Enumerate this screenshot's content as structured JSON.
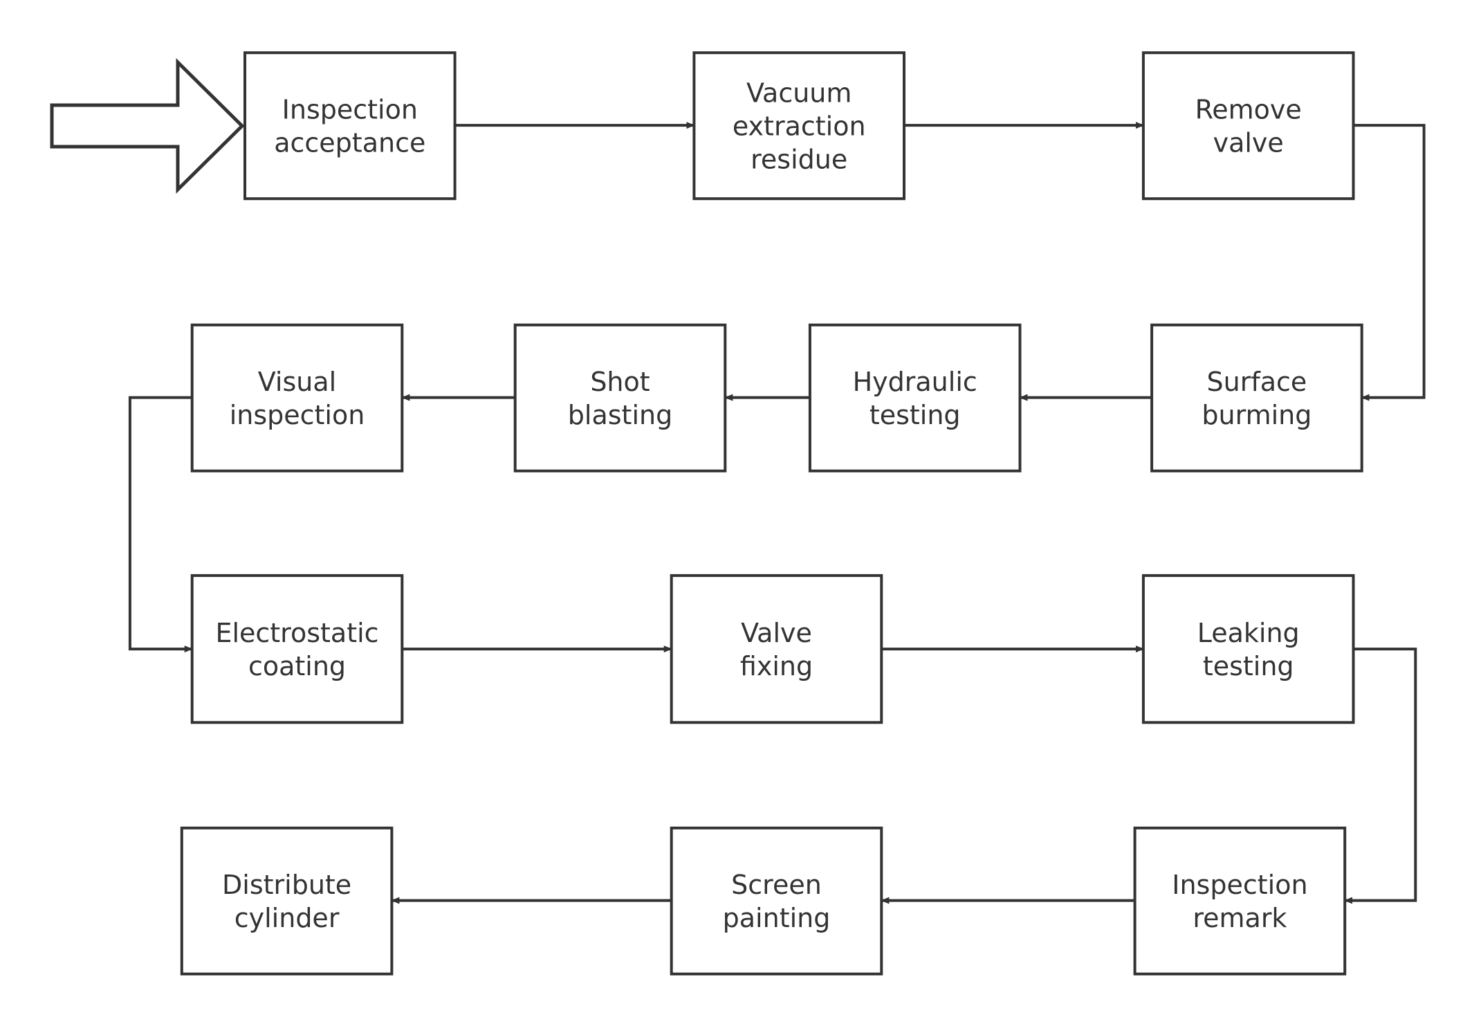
{
  "nodes": [
    {
      "id": "inspection-acceptance",
      "lines": [
        "Inspection",
        "acceptance"
      ]
    },
    {
      "id": "vacuum-extraction-residue",
      "lines": [
        "Vacuum",
        "extraction",
        "residue"
      ]
    },
    {
      "id": "remove-valve",
      "lines": [
        "Remove",
        "valve"
      ]
    },
    {
      "id": "surface-burming",
      "lines": [
        "Surface",
        "burming"
      ]
    },
    {
      "id": "hydraulic-testing",
      "lines": [
        "Hydraulic",
        "testing"
      ]
    },
    {
      "id": "shot-blasting",
      "lines": [
        "Shot",
        "blasting"
      ]
    },
    {
      "id": "visual-inspection",
      "lines": [
        "Visual",
        "inspection"
      ]
    },
    {
      "id": "electrostatic-coating",
      "lines": [
        "Electrostatic",
        "coating"
      ]
    },
    {
      "id": "valve-fixing",
      "lines": [
        "Valve",
        "fixing"
      ]
    },
    {
      "id": "leaking-testing",
      "lines": [
        "Leaking",
        "testing"
      ]
    },
    {
      "id": "inspection-remark",
      "lines": [
        "Inspection",
        "remark"
      ]
    },
    {
      "id": "screen-painting",
      "lines": [
        "Screen",
        "painting"
      ]
    },
    {
      "id": "distribute-cylinder",
      "lines": [
        "Distribute",
        "cylinder"
      ]
    }
  ],
  "edges": [
    {
      "from": "inspection-acceptance",
      "to": "vacuum-extraction-residue"
    },
    {
      "from": "vacuum-extraction-residue",
      "to": "remove-valve"
    },
    {
      "from": "remove-valve",
      "to": "surface-burming"
    },
    {
      "from": "surface-burming",
      "to": "hydraulic-testing"
    },
    {
      "from": "hydraulic-testing",
      "to": "shot-blasting"
    },
    {
      "from": "shot-blasting",
      "to": "visual-inspection"
    },
    {
      "from": "visual-inspection",
      "to": "electrostatic-coating"
    },
    {
      "from": "electrostatic-coating",
      "to": "valve-fixing"
    },
    {
      "from": "valve-fixing",
      "to": "leaking-testing"
    },
    {
      "from": "leaking-testing",
      "to": "inspection-remark"
    },
    {
      "from": "inspection-remark",
      "to": "screen-painting"
    },
    {
      "from": "screen-painting",
      "to": "distribute-cylinder"
    }
  ],
  "colors": {
    "stroke": "#333333",
    "text": "#333333",
    "fill": "#ffffff"
  },
  "icons": {
    "start": "block-arrow-right-icon"
  }
}
